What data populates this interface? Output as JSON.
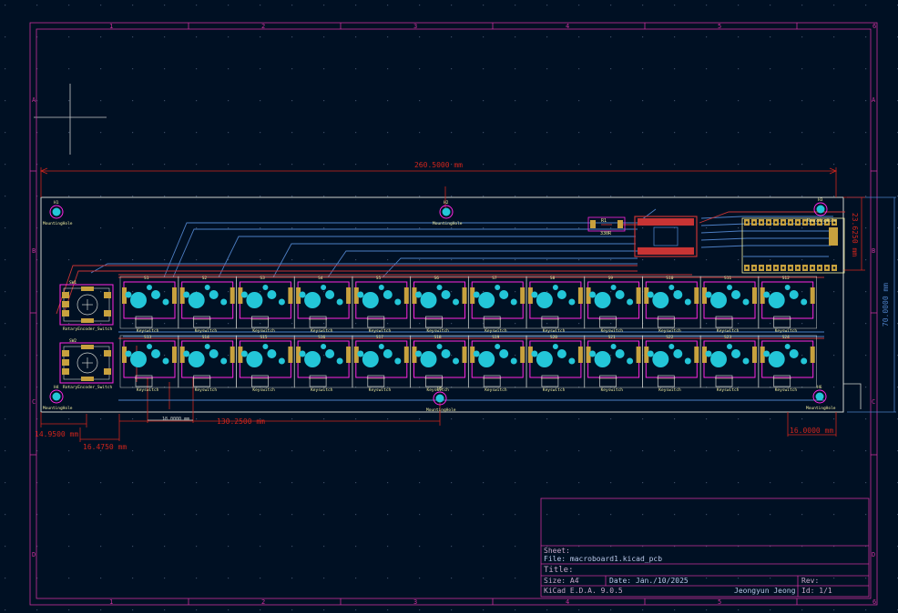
{
  "frame": {
    "col_labels": [
      "1",
      "2",
      "3",
      "4",
      "5",
      "6"
    ],
    "row_labels": [
      "A",
      "B",
      "C",
      "D"
    ]
  },
  "title_block": {
    "sheet_label": "Sheet:",
    "file_label": "File: macroboard1.kicad_pcb",
    "title_label": "Title:",
    "size_label": "Size: A4",
    "date_label": "Date: Jan./10/2025",
    "rev_label": "Rev:",
    "tool_label": "KiCad E.D.A. 9.0.5",
    "author": "Jeongyun Jeong",
    "id_label": "Id: 1/1"
  },
  "dimensions": {
    "width": "260.5000 mm",
    "height": "70.0000 mm",
    "header_h": "23.6250 mm",
    "left_offset": "14.9500 mm",
    "encoder_offset": "16.4750 mm",
    "center_offset": "130.2500 mm",
    "key_pitch": "18.0000 mm",
    "right_offset": "16.0000 mm"
  },
  "components": {
    "mounting_holes": [
      {
        "ref": "H1",
        "label": "MountingHole"
      },
      {
        "ref": "H2",
        "label": "MountingHole"
      },
      {
        "ref": "H3",
        "label": "MountingHole"
      },
      {
        "ref": "H4",
        "label": "MountingHole"
      },
      {
        "ref": "H5",
        "label": "MountingHole"
      },
      {
        "ref": "H6",
        "label": "MountingHole"
      }
    ],
    "encoders": [
      {
        "ref": "SW1",
        "label": "RotaryEncoder_Switch"
      },
      {
        "ref": "SW2",
        "label": "RotaryEncoder_Switch"
      }
    ],
    "resistor": {
      "ref": "R1",
      "value": "330R"
    },
    "key_label": "Keyswitch",
    "top_row_refs": [
      "S1",
      "S2",
      "S3",
      "S4",
      "S5",
      "S6",
      "S7",
      "S8",
      "S9",
      "S10",
      "S11",
      "S12"
    ],
    "bottom_row_refs": [
      "S13",
      "S14",
      "S15",
      "S16",
      "S17",
      "S18",
      "S19",
      "S20",
      "S21",
      "S22",
      "S23",
      "S24"
    ]
  },
  "colors": {
    "background": "#001023",
    "frame": "#c8309b",
    "dimension": "#d0251c",
    "copper_front": "#c83434",
    "copper_back": "#4d7fc4",
    "pad_gold": "#c8a13e",
    "drill_cyan": "#23c6d8",
    "courtyard": "#ff26e2",
    "edge_cuts": "#d0d2cd",
    "silk": "#f2eda1"
  }
}
